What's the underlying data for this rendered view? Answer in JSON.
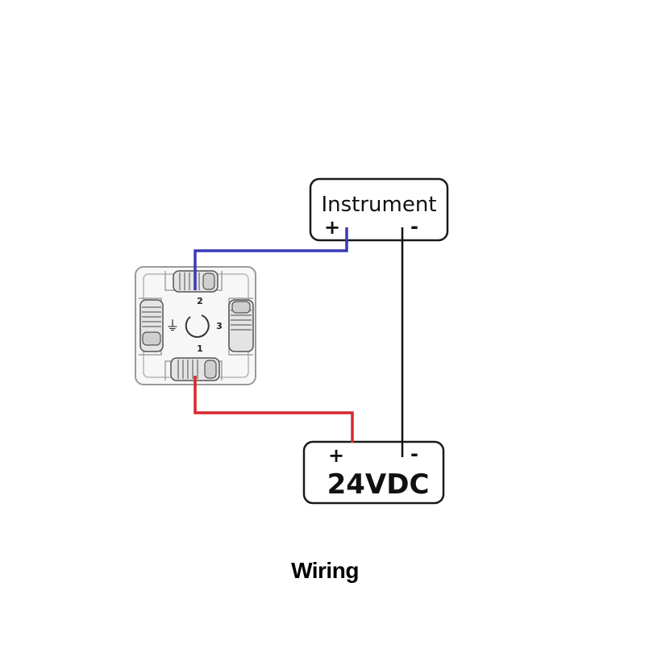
{
  "instrument": {
    "label": "Instrument",
    "plus": "+",
    "minus": "-"
  },
  "power_supply": {
    "label": "24VDC",
    "plus": "+",
    "minus": "-"
  },
  "connector": {
    "terminals": [
      "1",
      "2",
      "3"
    ],
    "ground_symbol": "⏚"
  },
  "wires": {
    "positive_to_instrument": "#3a3ab8",
    "supply_positive": "#d8262e",
    "negative_common": "#111111"
  },
  "caption": "Wiring"
}
